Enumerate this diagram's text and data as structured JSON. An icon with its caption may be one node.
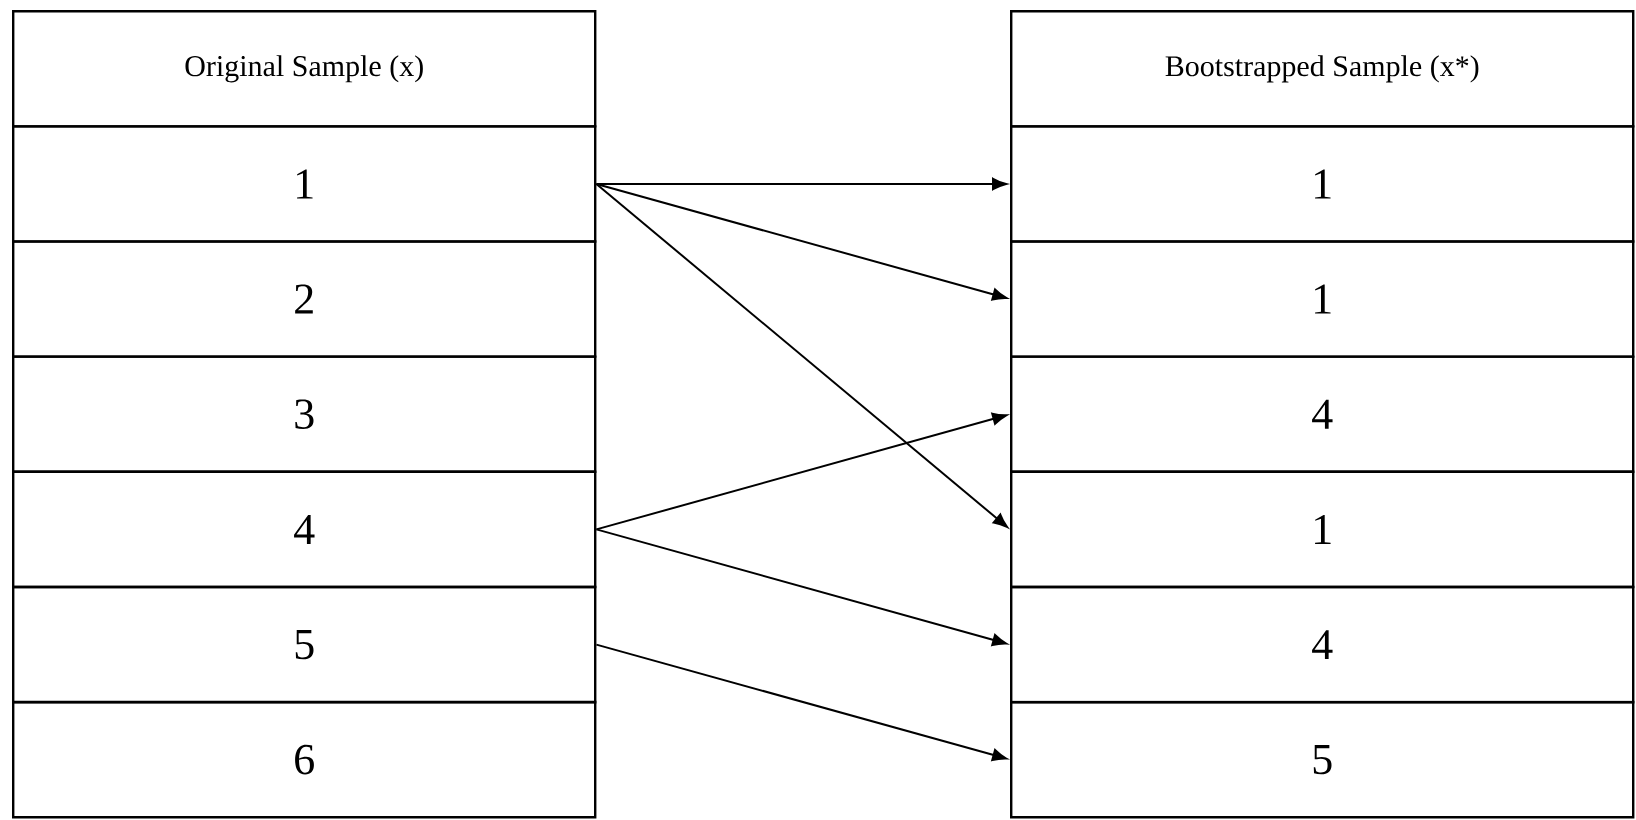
{
  "diagram": {
    "nodes": [
      {
        "text": [
          "Original Sample (x)"
        ]
      },
      {
        "text": [
          "1"
        ]
      },
      {
        "text": [
          "2"
        ]
      },
      {
        "text": [
          "3"
        ]
      },
      {
        "text": [
          "4"
        ]
      },
      {
        "text": [
          "5"
        ]
      },
      {
        "text": [
          "6"
        ]
      },
      {
        "text": [
          "Bootstrapped Sample (x*)"
        ]
      },
      {
        "text": [
          "1"
        ]
      },
      {
        "text": [
          "1"
        ]
      },
      {
        "text": [
          "4"
        ]
      },
      {
        "text": [
          "1"
        ]
      },
      {
        "text": [
          "4"
        ]
      },
      {
        "text": [
          "5"
        ]
      }
    ],
    "edges": [
      {
        "from": 1,
        "to": 8,
        "arrow": "to"
      },
      {
        "from": 1,
        "to": 9,
        "arrow": "to"
      },
      {
        "from": 1,
        "to": 11,
        "arrow": "to"
      },
      {
        "from": 4,
        "to": 10,
        "arrow": "to"
      },
      {
        "from": 4,
        "to": 12,
        "arrow": "to"
      },
      {
        "from": 5,
        "to": 13,
        "arrow": "to"
      }
    ]
  }
}
